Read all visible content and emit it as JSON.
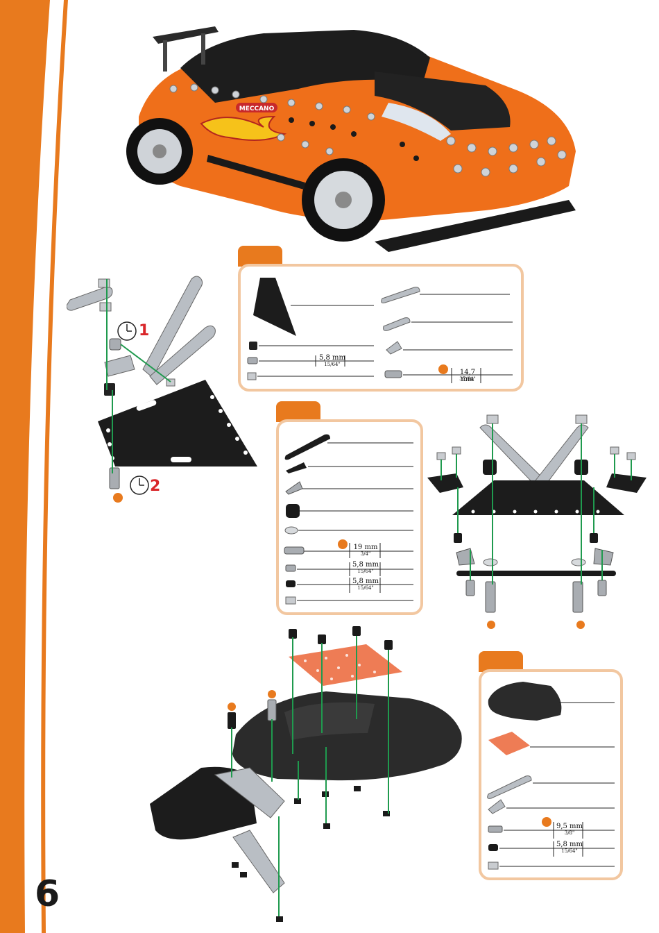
{
  "page": {
    "page_number": "6",
    "accent_color": "#e87a1e",
    "brand_text": "MECCANO"
  },
  "steps": [
    {
      "number": "1",
      "icon": "clock-icon"
    },
    {
      "number": "2",
      "icon": "clock-icon"
    }
  ],
  "parts_list_1": {
    "dims": [
      {
        "mm": "5,8 mm",
        "inch": "15/64\""
      },
      {
        "mm": "14,7 mm",
        "inch": "37/64\""
      }
    ]
  },
  "parts_list_2": {
    "dims": [
      {
        "mm": "19 mm",
        "inch": "3/4\""
      },
      {
        "mm": "5,8 mm",
        "inch": "15/64\""
      },
      {
        "mm": "5,8 mm",
        "inch": "15/64\""
      }
    ]
  },
  "parts_list_3": {
    "dims": [
      {
        "mm": "9,5 mm",
        "inch": "3/8\""
      },
      {
        "mm": "5,8 mm",
        "inch": "15/64\""
      }
    ]
  }
}
